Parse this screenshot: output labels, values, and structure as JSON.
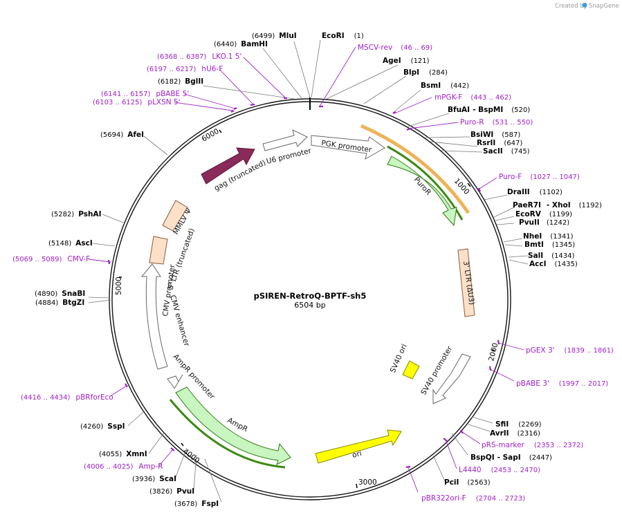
{
  "brand": {
    "created_by": "Created by",
    "name": "SnapGene"
  },
  "plasmid": {
    "name": "pSIREN-RetroQ-BPTF-sh5",
    "length": "6504 bp"
  },
  "colors": {
    "primer": "#a020c8",
    "gag": "#8a2a5a",
    "puro": "#c8f5c0",
    "ltr": "#fde0c8",
    "ori": "#ffff00",
    "gray_feature": "#ffffff"
  },
  "ruler": [
    "1000",
    "2000",
    "3000",
    "4000",
    "5000",
    "6000"
  ],
  "enzymes": [
    {
      "name": "MluI",
      "pos": "(6499)"
    },
    {
      "name": "EcoRI",
      "pos": "(1)"
    },
    {
      "name": "BamHI",
      "pos": "(6440)"
    },
    {
      "name": "AgeI",
      "pos": "(121)"
    },
    {
      "name": "BlpI",
      "pos": "(284)"
    },
    {
      "name": "BglII",
      "pos": "(6182)"
    },
    {
      "name": "BsmI",
      "pos": "(442)"
    },
    {
      "name": "BfuAI",
      "pos": "(520)",
      "prefix": "- BspMI"
    },
    {
      "name": "BsiWI",
      "pos": "(587)"
    },
    {
      "name": "RsrII",
      "pos": "(647)"
    },
    {
      "name": "SacII",
      "pos": "(745)"
    },
    {
      "name": "AfeI",
      "pos": "(5694)"
    },
    {
      "name": "DraIII",
      "pos": "(1102)"
    },
    {
      "name": "PaeR7I",
      "pos": "(1192)",
      "prefix": "- XhoI"
    },
    {
      "name": "EcoRV",
      "pos": "(1199)"
    },
    {
      "name": "PvuII",
      "pos": "(1242)"
    },
    {
      "name": "PshAI",
      "pos": "(5282)"
    },
    {
      "name": "NheI",
      "pos": "(1341)"
    },
    {
      "name": "BmtI",
      "pos": "(1345)"
    },
    {
      "name": "AscI",
      "pos": "(5148)"
    },
    {
      "name": "SalI",
      "pos": "(1434)"
    },
    {
      "name": "AccI",
      "pos": "(1435)"
    },
    {
      "name": "SnaBI",
      "pos": "(4890)"
    },
    {
      "name": "BtgZI",
      "pos": "(4884)"
    },
    {
      "name": "SfiI",
      "pos": "(2269)"
    },
    {
      "name": "AvrII",
      "pos": "(2316)"
    },
    {
      "name": "SspI",
      "pos": "(4260)"
    },
    {
      "name": "BspQI",
      "pos": "(2447)",
      "prefix": "- SapI"
    },
    {
      "name": "XmnI",
      "pos": "(4055)"
    },
    {
      "name": "ScaI",
      "pos": "(3936)"
    },
    {
      "name": "PciI",
      "pos": "(2563)"
    },
    {
      "name": "PvuI",
      "pos": "(3826)"
    },
    {
      "name": "FspI",
      "pos": "(3678)"
    }
  ],
  "primers": [
    {
      "name": "MSCV-rev",
      "pos": "(46 .. 69)"
    },
    {
      "name": "LKO.1 5'",
      "pos": "(6368 .. 6387)"
    },
    {
      "name": "hU6-F",
      "pos": "(6197 .. 6217)"
    },
    {
      "name": "pBABE 5'",
      "pos": "(6141 .. 6157)"
    },
    {
      "name": "pLXSN 5'",
      "pos": "(6103 .. 6125)"
    },
    {
      "name": "mPGK-F",
      "pos": "(443 .. 462)"
    },
    {
      "name": "Puro-R",
      "pos": "(531 .. 550)"
    },
    {
      "name": "Puro-F",
      "pos": "(1027 .. 1047)"
    },
    {
      "name": "CMV-F",
      "pos": "(5069 .. 5089)"
    },
    {
      "name": "pGEX 3'",
      "pos": "(1839 .. 1861)"
    },
    {
      "name": "pBABE 3'",
      "pos": "(1997 .. 2017)"
    },
    {
      "name": "pBRforEco",
      "pos": "(4416 .. 4434)"
    },
    {
      "name": "pRS-marker",
      "pos": "(2353 .. 2372)"
    },
    {
      "name": "L4440",
      "pos": "(2453 .. 2470)"
    },
    {
      "name": "Amp-R",
      "pos": "(4006 .. 4025)"
    },
    {
      "name": "pBR322ori-F",
      "pos": "(2704 .. 2723)"
    }
  ],
  "features": {
    "gag": "gag (truncated)",
    "u6": "U6 promoter",
    "pgk": "PGK promoter",
    "puro": "PuroR",
    "ltr3": "3' LTR (ΔU3)",
    "psi": "MMLV Ψ",
    "ltr5": "5' LTR (truncated)",
    "cmvp": "CMV promoter",
    "cmve": "CMV enhancer",
    "sv40ori": "SV40 ori",
    "sv40p": "SV40 promoter",
    "amppromoter": "AmpR promoter",
    "ampr": "AmpR",
    "ori": "ori"
  }
}
